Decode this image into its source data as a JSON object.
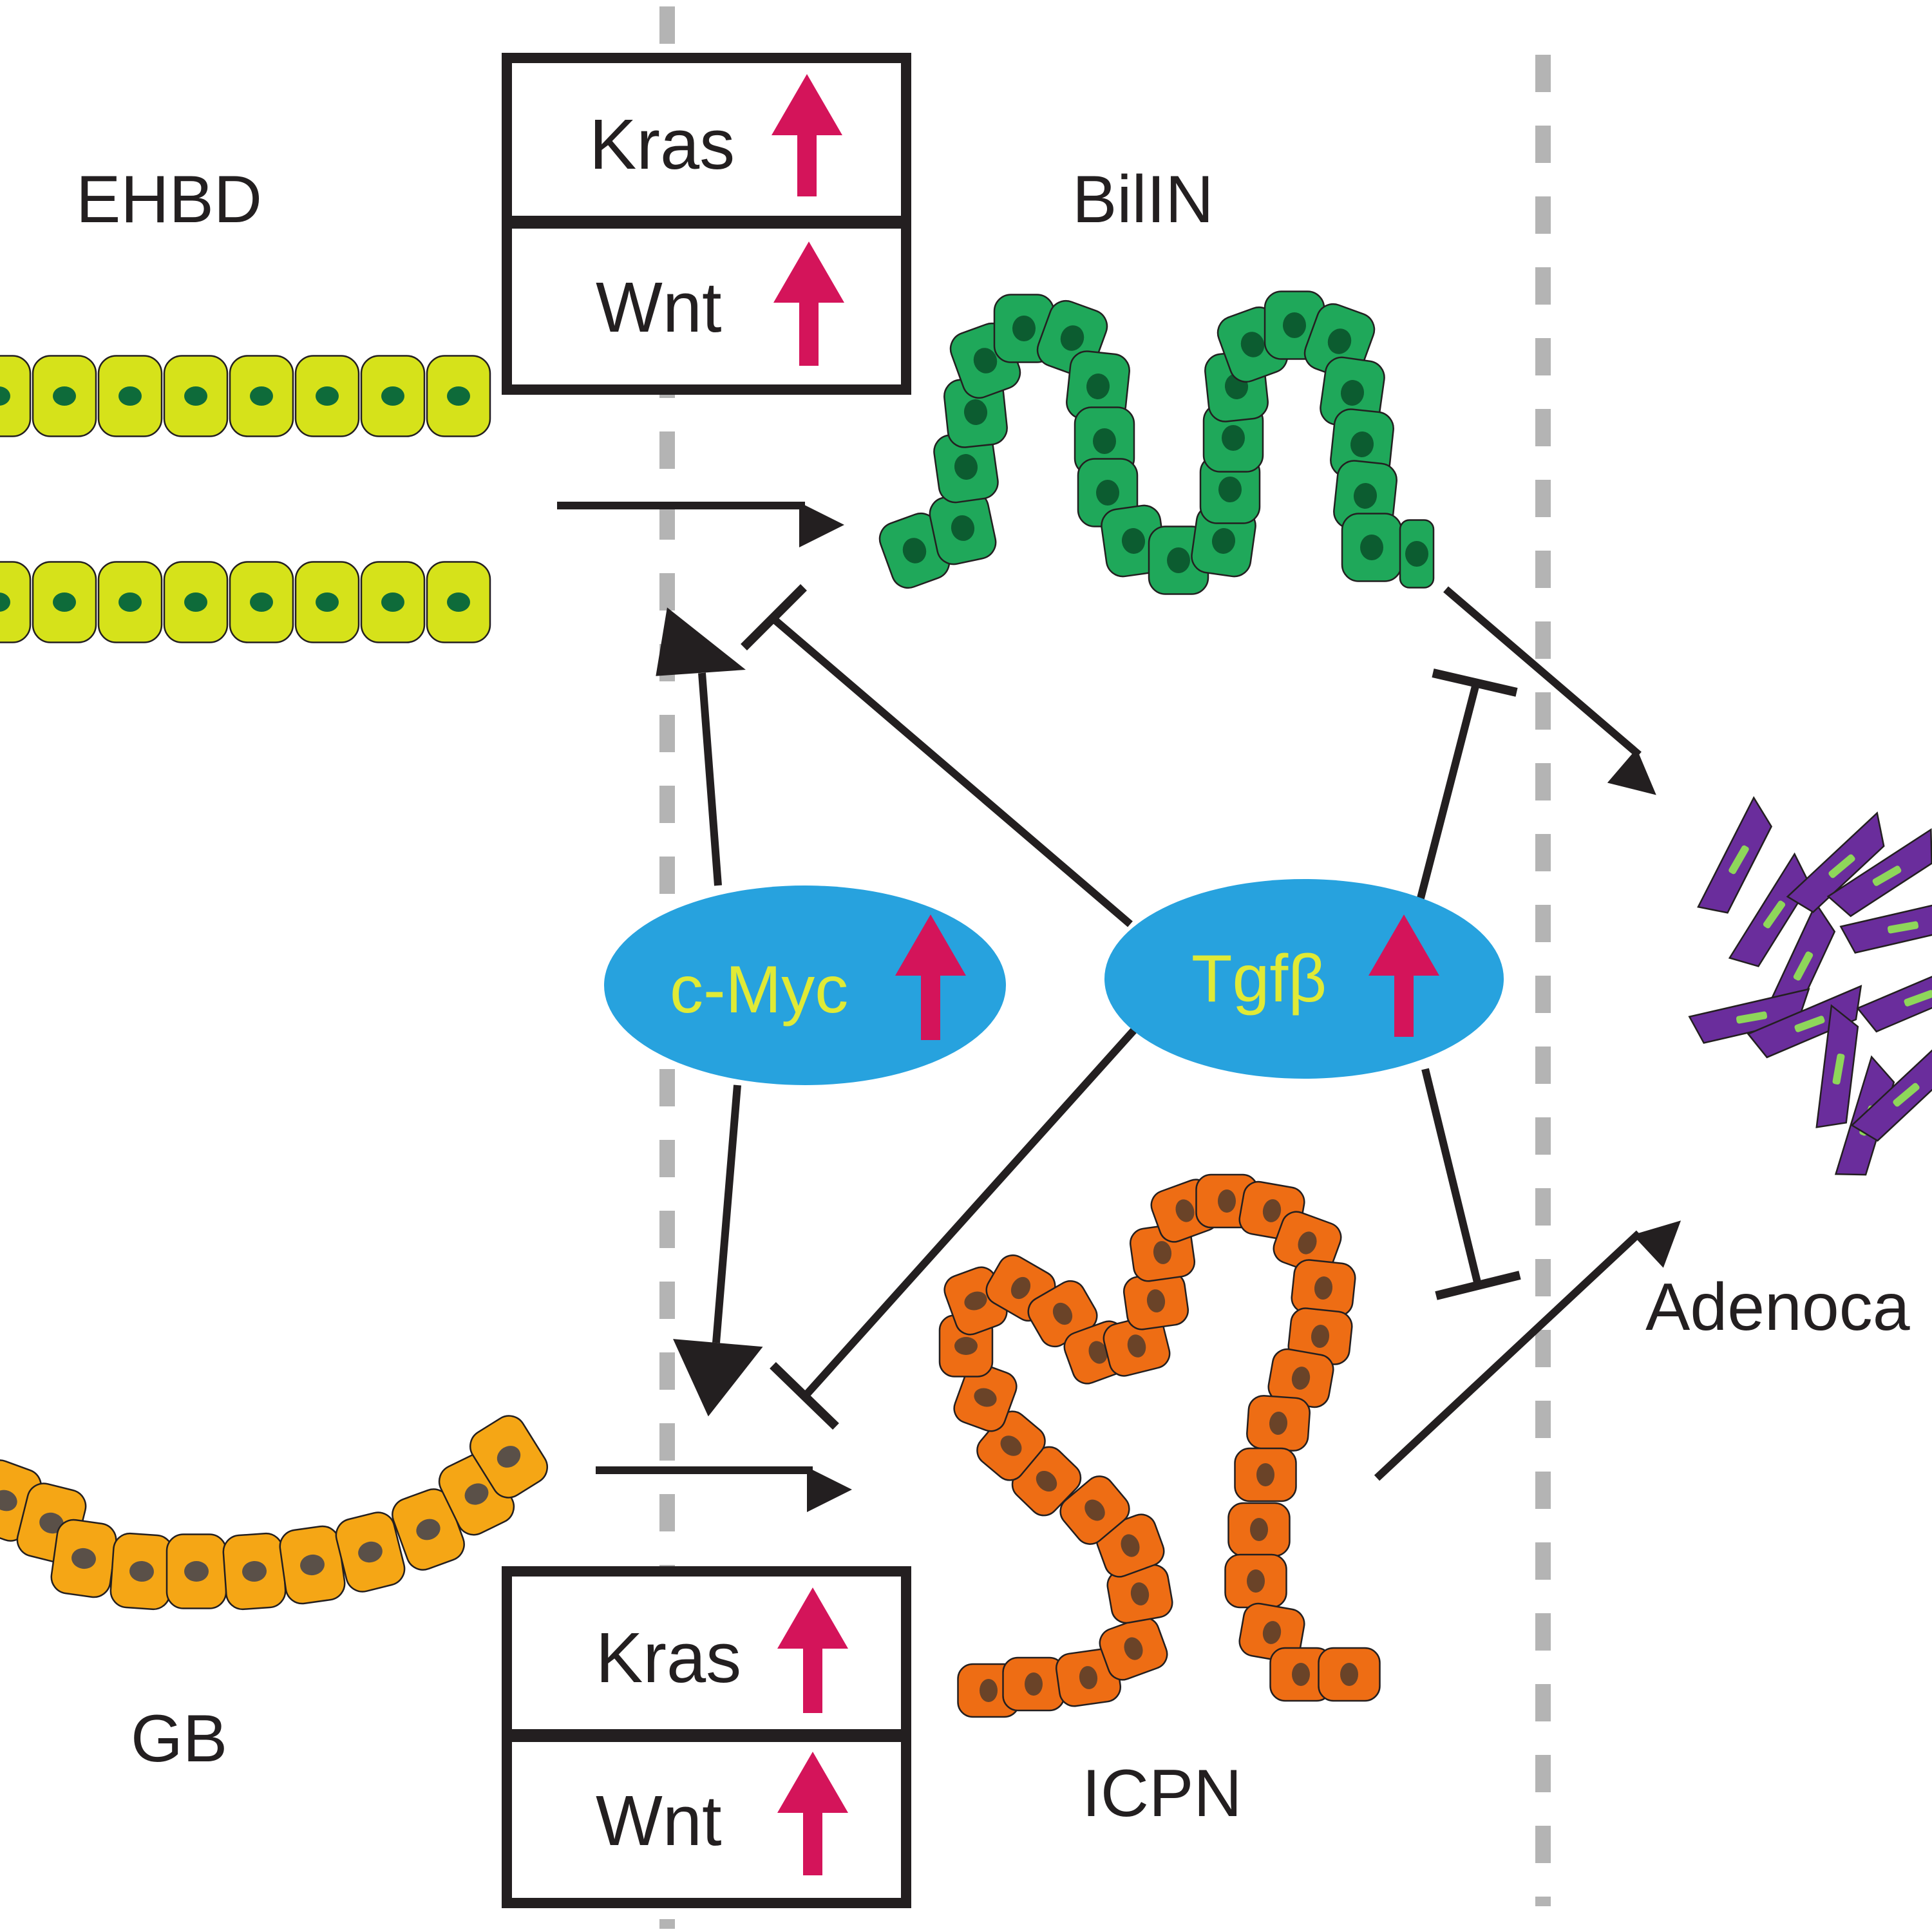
{
  "labels": {
    "ehbd": "EHBD",
    "gb": "GB",
    "biliN": "BilIN",
    "icpn": "ICPN",
    "adeno": "Adenoca"
  },
  "top_box": {
    "row1": "Kras",
    "row2": "Wnt"
  },
  "bottom_box": {
    "row1": "Kras",
    "row2": "Wnt"
  },
  "nodes": {
    "myc": "c-Myc",
    "tgfb": "Tgfβ"
  },
  "colors": {
    "ehbd_cell": "#d6e21a",
    "ehbd_nucleus": "#0e6b3a",
    "gb_cell": "#f5a615",
    "gb_nucleus": "#5a5048",
    "bilin_cell": "#1fa85a",
    "bilin_nucleus": "#0c5c30",
    "icpn_cell": "#ee6d14",
    "icpn_nucleus": "#6a4328",
    "tumor_cell": "#6a2d9c",
    "tumor_nucleus": "#8ed65a",
    "ellipse": "#27a2de",
    "ellipse_text": "#e0ea36",
    "up_arrow": "#d4145a",
    "line": "#231f20",
    "dashed": "#b4b4b4"
  }
}
